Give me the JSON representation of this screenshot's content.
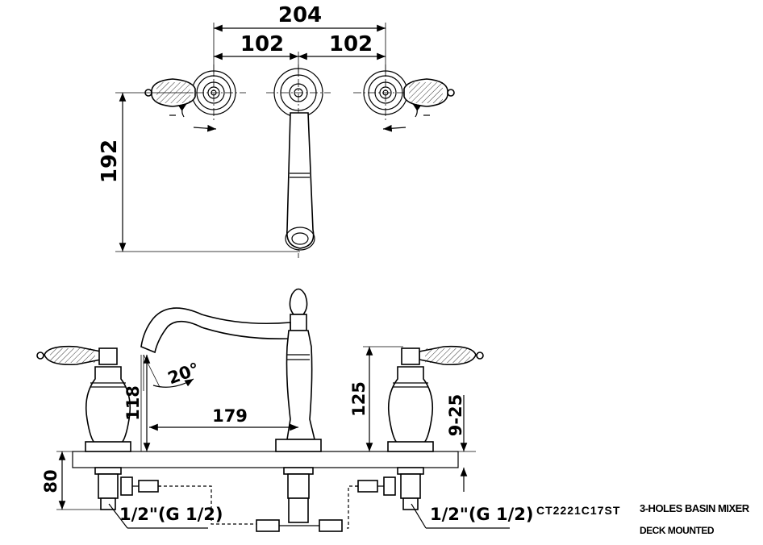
{
  "dimensions": {
    "overall_width": "204",
    "left_spacing": "102",
    "right_spacing": "102",
    "spout_reach_top": "192",
    "spout_reach": "179",
    "spout_height": "118",
    "spout_angle": "20°",
    "handle_height": "125",
    "deck_thickness": "9-25",
    "shank_length": "80",
    "connection_left": "1/2\"(G 1/2)",
    "connection_right": "1/2\"(G 1/2)"
  },
  "product": {
    "code": "CT2221C17ST",
    "title": "3-HOLES BASIN MIXER",
    "subtitle": "DECK MOUNTED"
  }
}
